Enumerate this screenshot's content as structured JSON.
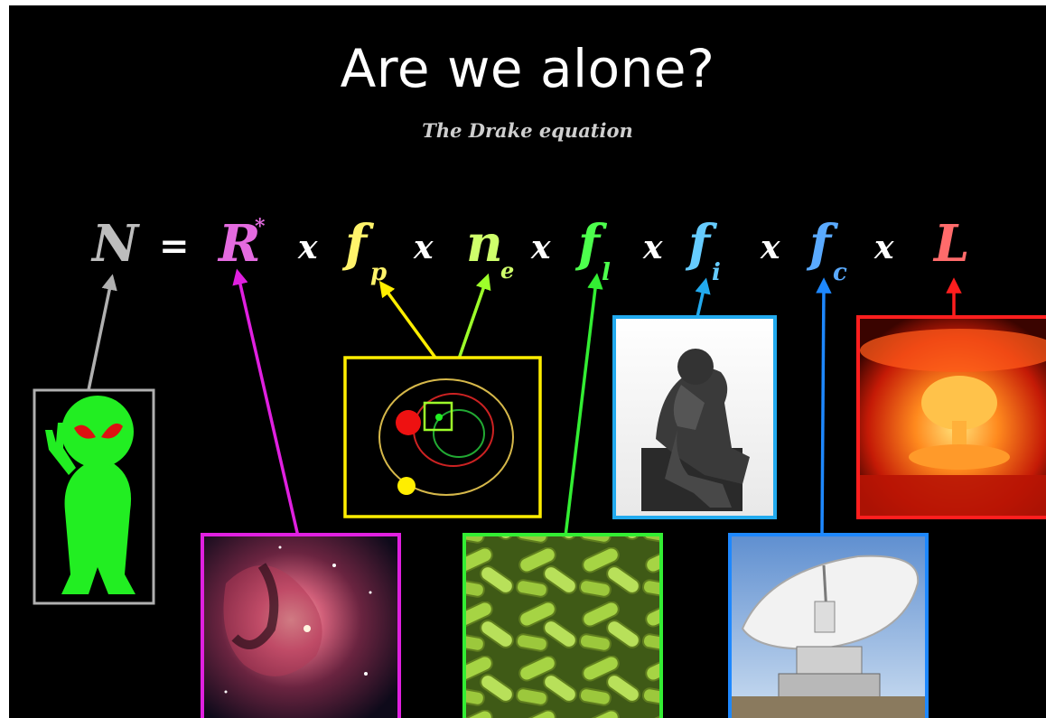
{
  "title": "Are we alone?",
  "subtitle": "The Drake equation",
  "equation": {
    "lhs": "N",
    "equals": "=",
    "times": "x",
    "terms": [
      {
        "id": "r-star",
        "base": "R",
        "sup": "*",
        "sub": "",
        "color": "#e46be0"
      },
      {
        "id": "fp",
        "base": "f",
        "sub": "p",
        "sup": "",
        "color": "#fff36b"
      },
      {
        "id": "ne",
        "base": "n",
        "sub": "e",
        "sup": "",
        "color": "#cfff6b"
      },
      {
        "id": "fl",
        "base": "f",
        "sub": "l",
        "sup": "",
        "color": "#4dff4d"
      },
      {
        "id": "fi",
        "base": "f",
        "sub": "i",
        "sup": "",
        "color": "#66ccff"
      },
      {
        "id": "fc",
        "base": "f",
        "sub": "c",
        "sup": "",
        "color": "#5aaaff"
      },
      {
        "id": "l",
        "base": "L",
        "sub": "",
        "sup": "",
        "color": "#ff6b6b"
      }
    ],
    "lhs_color": "#bdbdbd"
  },
  "boxes": {
    "alien": {
      "color": "#b0b0b0",
      "icon": "alien-icon"
    },
    "nebula": {
      "color": "#e020e0",
      "icon": "nebula-image"
    },
    "orbits": {
      "color": "#ffee00",
      "icon": "planet-orbit-diagram"
    },
    "bacteria": {
      "color": "#33ee33",
      "icon": "bacteria-image"
    },
    "thinker": {
      "color": "#22aaee",
      "icon": "thinker-statue-image"
    },
    "dish": {
      "color": "#1e88ff",
      "icon": "radio-telescope-image"
    },
    "explosion": {
      "color": "#ff1e1e",
      "icon": "nuclear-explosion-image"
    }
  }
}
